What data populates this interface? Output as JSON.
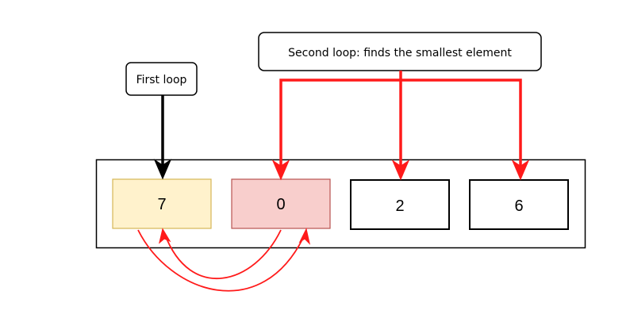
{
  "callouts": {
    "first_loop": "First loop",
    "second_loop": "Second loop: finds the smallest element"
  },
  "cells": [
    {
      "value": "7",
      "state": "current",
      "fill": "#fff2cc",
      "stroke": "#d6b656"
    },
    {
      "value": "0",
      "state": "smallest",
      "fill": "#f8cecc",
      "stroke": "#b85450"
    },
    {
      "value": "2",
      "state": "normal",
      "fill": "#ffffff",
      "stroke": "#000000"
    },
    {
      "value": "6",
      "state": "normal",
      "fill": "#ffffff",
      "stroke": "#000000"
    }
  ],
  "colors": {
    "first_loop_arrow": "#000000",
    "second_loop_arrows": "#ff1a1a",
    "swap_arrows": "#ff1a1a"
  }
}
